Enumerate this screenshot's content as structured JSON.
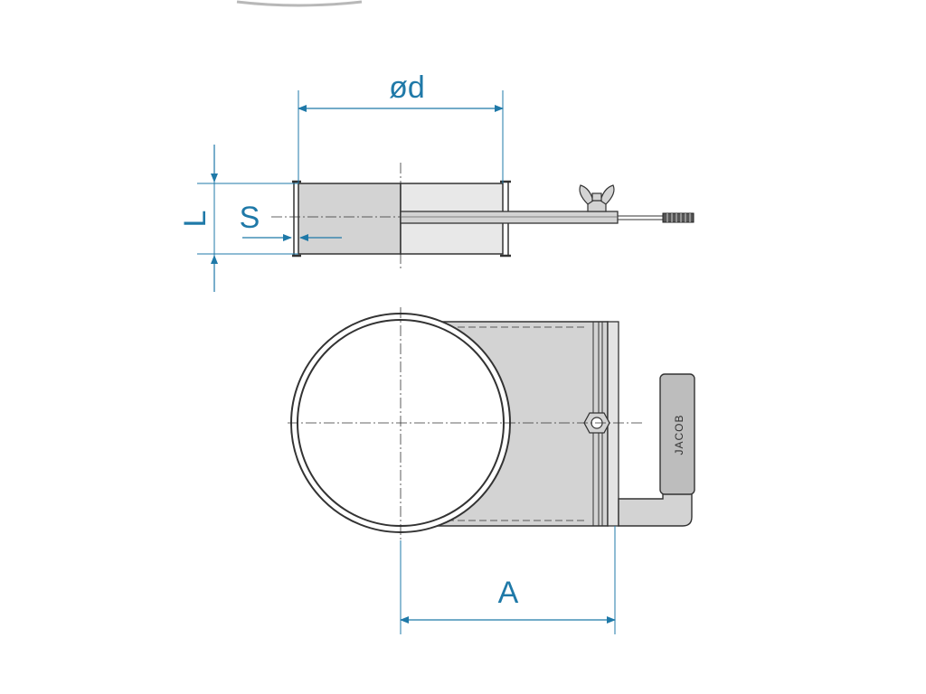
{
  "dimensions": {
    "diameter": "ød",
    "length": "L",
    "thickness": "S",
    "distance": "A"
  },
  "brand_label": "JACOB",
  "colors": {
    "dimension": "#1f79a8",
    "part_fill": "#d3d3d3",
    "outline": "#333333"
  }
}
